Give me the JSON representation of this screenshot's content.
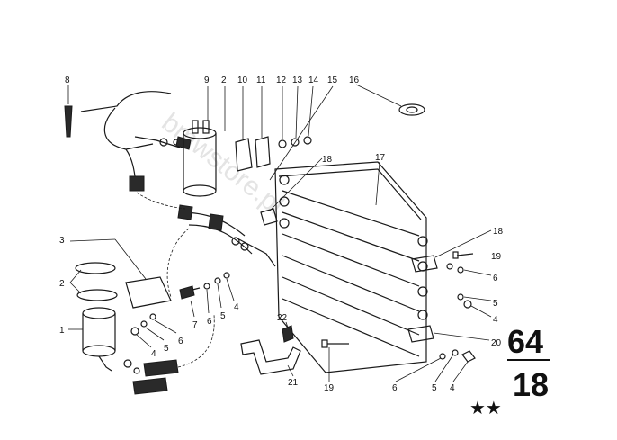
{
  "watermark": "bmwstore.pl",
  "group": {
    "main": "64",
    "sub": "18"
  },
  "rating_marks": "★★",
  "labels": {
    "l1": "1",
    "l2a": "2",
    "l2b": "2",
    "l3": "3",
    "l4a": "4",
    "l4b": "4",
    "l4c": "4",
    "l5a": "5",
    "l5b": "5",
    "l5c": "5",
    "l5d": "5",
    "l6a": "6",
    "l6b": "6",
    "l6c": "6",
    "l6d": "6",
    "l7": "7",
    "l8": "8",
    "l9": "9",
    "l10": "10",
    "l11": "11",
    "l12": "12",
    "l13": "13",
    "l14": "14",
    "l15": "15",
    "l16": "16",
    "l17": "17",
    "l18a": "18",
    "l18b": "18",
    "l19a": "19",
    "l19b": "19",
    "l20": "20",
    "l21": "21",
    "l22": "22"
  }
}
